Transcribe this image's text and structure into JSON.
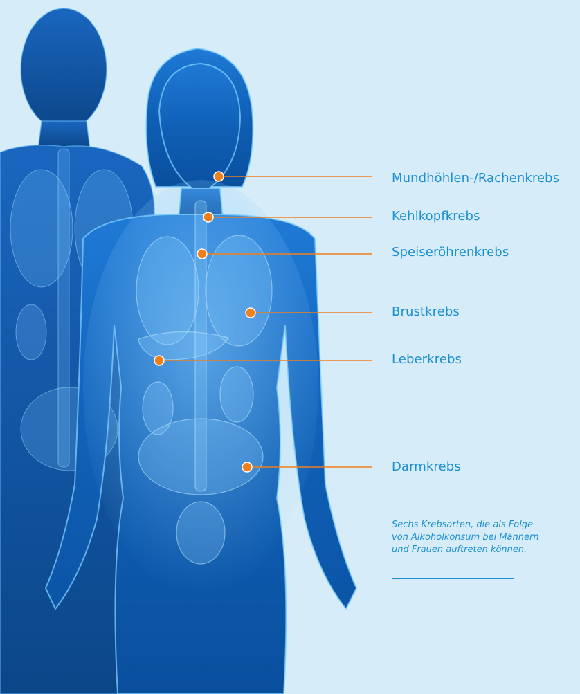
{
  "labels": {
    "mouth": "Mundhöhlen-/Rachenkrebs",
    "larynx": "Kehlkopfkrebs",
    "esophagus": "Speiseröhrenkrebs",
    "breast": "Brustkrebs",
    "liver": "Leberkrebs",
    "colon": "Darmkrebs"
  },
  "caption": "Sechs Krebsarten, die als Folge von Alkoholkonsum bei Männern und Frauen auftreten können.",
  "colors": {
    "background": "#d6ecf8",
    "label": "#1b8fd1",
    "marker": "#f07f1e",
    "body": "#1565b8"
  }
}
